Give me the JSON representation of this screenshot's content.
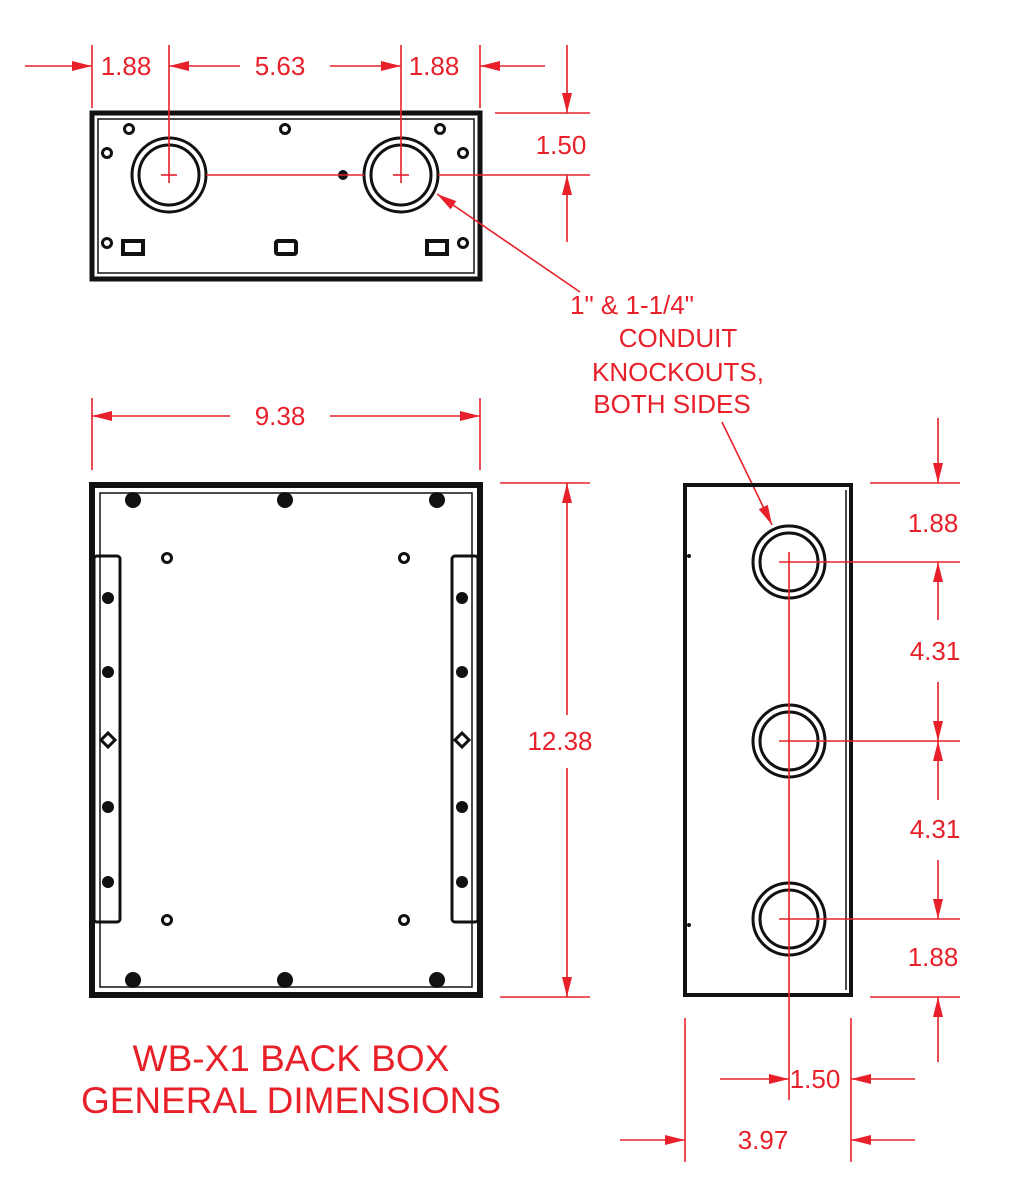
{
  "colors": {
    "dimension": "#e8202a",
    "outline": "#111111"
  },
  "top_view": {
    "dims": {
      "left_edge_to_ko": "1.88",
      "ko_spacing": "5.63",
      "ko_to_right_edge": "1.88",
      "depth_to_ko": "1.50"
    }
  },
  "callout": {
    "lines": [
      "1\" & 1-1/4\"",
      "CONDUIT",
      "KNOCKOUTS,",
      "BOTH SIDES"
    ]
  },
  "front_view": {
    "dims": {
      "width": "9.38",
      "height": "12.38"
    }
  },
  "side_view": {
    "dims": {
      "top_to_ko": "1.88",
      "ko_spacing_1": "4.31",
      "ko_spacing_2": "4.31",
      "ko_to_bottom": "1.88",
      "ko_offset": "1.50",
      "depth": "3.97"
    }
  },
  "title": {
    "line1": "WB-X1 BACK BOX",
    "line2": "GENERAL DIMENSIONS"
  }
}
